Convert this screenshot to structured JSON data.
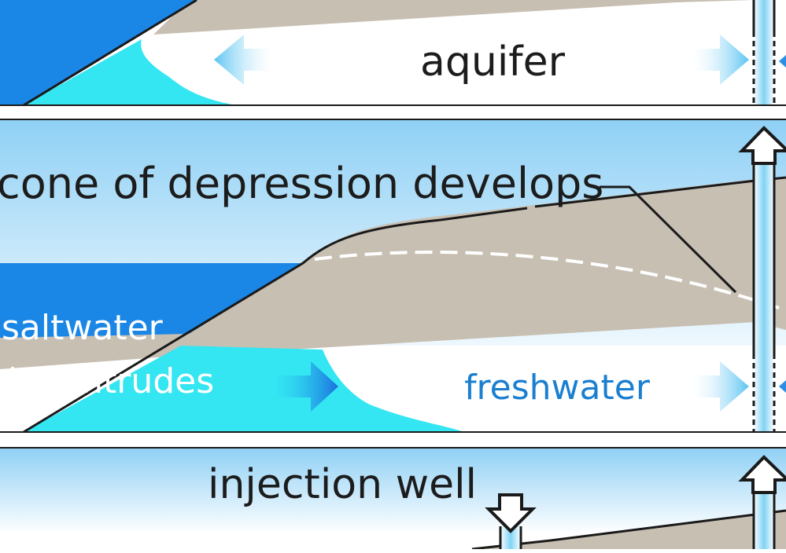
{
  "panels": [
    {
      "id": "top",
      "labels": {
        "aquifer": "aquifer"
      }
    },
    {
      "id": "middle",
      "labels": {
        "cone": "cone of depression develops",
        "saltwater_line1": "saltwater",
        "saltwater_line2": "dge intrudes",
        "freshwater": "freshwater"
      }
    },
    {
      "id": "bottom",
      "labels": {
        "injection_well": "injection well"
      }
    }
  ],
  "colors": {
    "sky_top": "#8fd0f5",
    "sky_bottom": "#ffffff",
    "ocean": "#1a86e6",
    "saltwater": "#33e6f2",
    "clay": "#c8bfb3",
    "freshwater_text": "#1a7fd0",
    "label_dark": "#1c1c1c",
    "label_white": "#ffffff",
    "arrow_light": "#7fd3f5",
    "arrow_dark": "#2a8ee6",
    "border": "#1a1a1a"
  }
}
